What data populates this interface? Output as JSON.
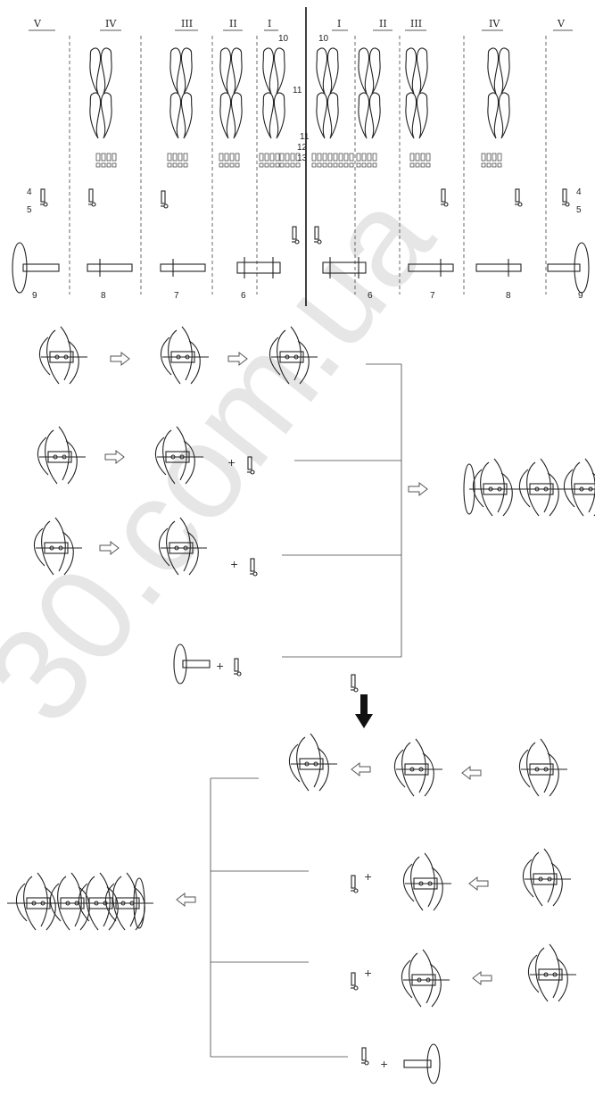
{
  "sections_top": [
    "V",
    "IV",
    "III",
    "II",
    "I",
    "I",
    "II",
    "III",
    "IV",
    "V"
  ],
  "callouts": {
    "n10a": "10",
    "n10b": "10",
    "n11a": "11",
    "n11b": "11",
    "n12": "12",
    "n13": "13",
    "n4l": "4",
    "n5l": "5",
    "n4r": "4",
    "n5r": "5",
    "n9l": "9",
    "n8l": "8",
    "n7l": "7",
    "n6l": "6",
    "n6r": "6",
    "n7r": "7",
    "n8r": "8",
    "n9r": "9"
  },
  "plus": "+",
  "watermark": "30.com.ua"
}
